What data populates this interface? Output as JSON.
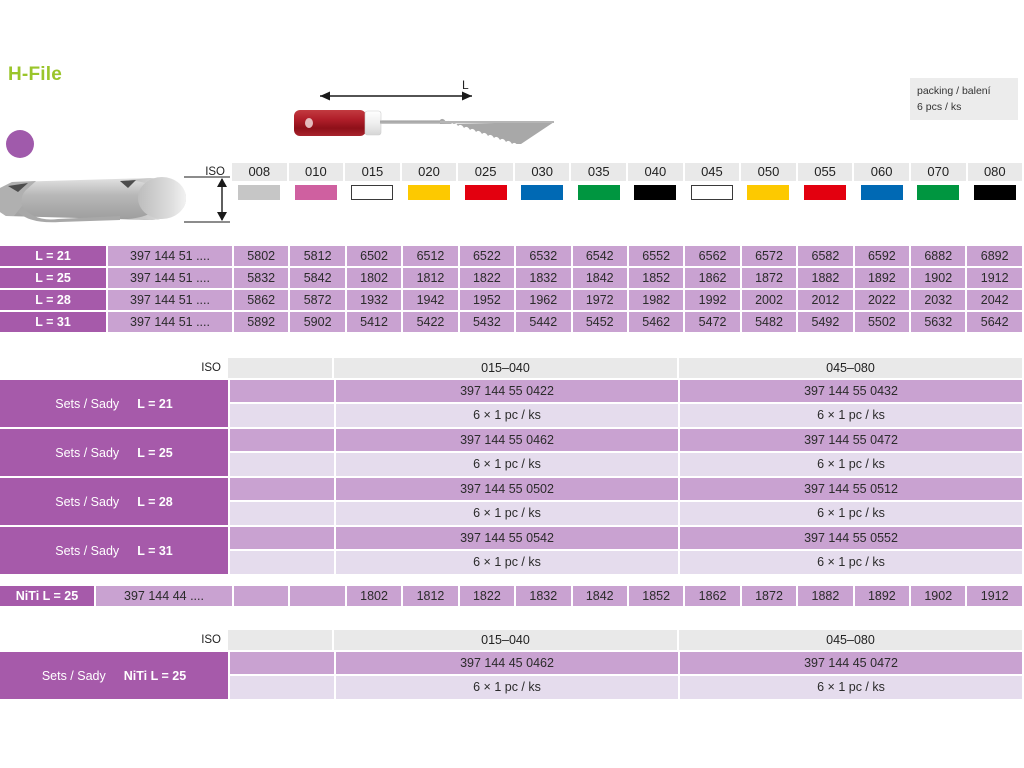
{
  "header": {
    "title": "H-File",
    "brand_dot_color": "#a05aab",
    "title_color": "#9ac52b",
    "dimension_label": "L",
    "packing": {
      "line1": "packing / balení",
      "line2": "6 pcs / ks"
    }
  },
  "iso": {
    "label": "ISO",
    "sizes": [
      "008",
      "010",
      "015",
      "020",
      "025",
      "030",
      "035",
      "040",
      "045",
      "050",
      "055",
      "060",
      "070",
      "080"
    ],
    "swatch_colors": [
      "#c6c6c6",
      "#cf60a0",
      "#ffffff",
      "#fdc900",
      "#e3000f",
      "#0069b4",
      "#009640",
      "#000000",
      "#ffffff",
      "#fdc900",
      "#e3000f",
      "#0069b4",
      "#009640",
      "#000000"
    ],
    "swatch_outlined": [
      false,
      false,
      true,
      false,
      false,
      false,
      false,
      false,
      true,
      false,
      false,
      false,
      false,
      false
    ]
  },
  "size_table": {
    "rows": [
      {
        "length": "L = 21",
        "code": "397 144 51 ....",
        "numbers": [
          "5802",
          "5812",
          "6502",
          "6512",
          "6522",
          "6532",
          "6542",
          "6552",
          "6562",
          "6572",
          "6582",
          "6592",
          "6882",
          "6892"
        ]
      },
      {
        "length": "L = 25",
        "code": "397 144 51 ....",
        "numbers": [
          "5832",
          "5842",
          "1802",
          "1812",
          "1822",
          "1832",
          "1842",
          "1852",
          "1862",
          "1872",
          "1882",
          "1892",
          "1902",
          "1912"
        ]
      },
      {
        "length": "L = 28",
        "code": "397 144 51 ....",
        "numbers": [
          "5862",
          "5872",
          "1932",
          "1942",
          "1952",
          "1962",
          "1972",
          "1982",
          "1992",
          "2002",
          "2012",
          "2022",
          "2032",
          "2042"
        ]
      },
      {
        "length": "L = 31",
        "code": "397 144 51 ....",
        "numbers": [
          "5892",
          "5902",
          "5412",
          "5422",
          "5432",
          "5442",
          "5452",
          "5462",
          "5472",
          "5482",
          "5492",
          "5502",
          "5632",
          "5642"
        ]
      }
    ]
  },
  "sets_block_1": {
    "head": {
      "iso_label": "ISO",
      "columns": [
        "015–040",
        "045–080"
      ]
    },
    "rows": [
      {
        "label_a": "Sets / Sady",
        "label_b": "L = 21",
        "codes": [
          "397 144 55 0422",
          "397 144 55 0432"
        ],
        "packs": [
          "6 × 1 pc / ks",
          "6 × 1 pc / ks"
        ]
      },
      {
        "label_a": "Sets / Sady",
        "label_b": "L = 25",
        "codes": [
          "397 144 55 0462",
          "397 144 55 0472"
        ],
        "packs": [
          "6 × 1 pc / ks",
          "6 × 1 pc / ks"
        ]
      },
      {
        "label_a": "Sets / Sady",
        "label_b": "L = 28",
        "codes": [
          "397 144 55 0502",
          "397 144 55 0512"
        ],
        "packs": [
          "6 × 1 pc / ks",
          "6 × 1 pc / ks"
        ]
      },
      {
        "label_a": "Sets / Sady",
        "label_b": "L = 31",
        "codes": [
          "397 144 55 0542",
          "397 144 55 0552"
        ],
        "packs": [
          "6 × 1 pc / ks",
          "6 × 1 pc / ks"
        ]
      }
    ]
  },
  "niti_row": {
    "length": "NiTi L = 25",
    "code": "397 144 44 ....",
    "numbers": [
      "",
      "",
      "1802",
      "1812",
      "1822",
      "1832",
      "1842",
      "1852",
      "1862",
      "1872",
      "1882",
      "1892",
      "1902",
      "1912"
    ]
  },
  "sets_block_2": {
    "head": {
      "iso_label": "ISO",
      "columns": [
        "015–040",
        "045–080"
      ]
    },
    "rows": [
      {
        "label_a": "Sets / Sady",
        "label_b": "NiTi L = 25",
        "codes": [
          "397 144 45 0462",
          "397 144 45 0472"
        ],
        "packs": [
          "6 × 1 pc / ks",
          "6 × 1 pc / ks"
        ]
      }
    ]
  },
  "colors": {
    "purple_dark": "#a65aaa",
    "purple_mid": "#c9a2d1",
    "purple_light": "#e5dced",
    "grey_head": "#e9e9e9",
    "accent_green": "#9ac52b"
  }
}
